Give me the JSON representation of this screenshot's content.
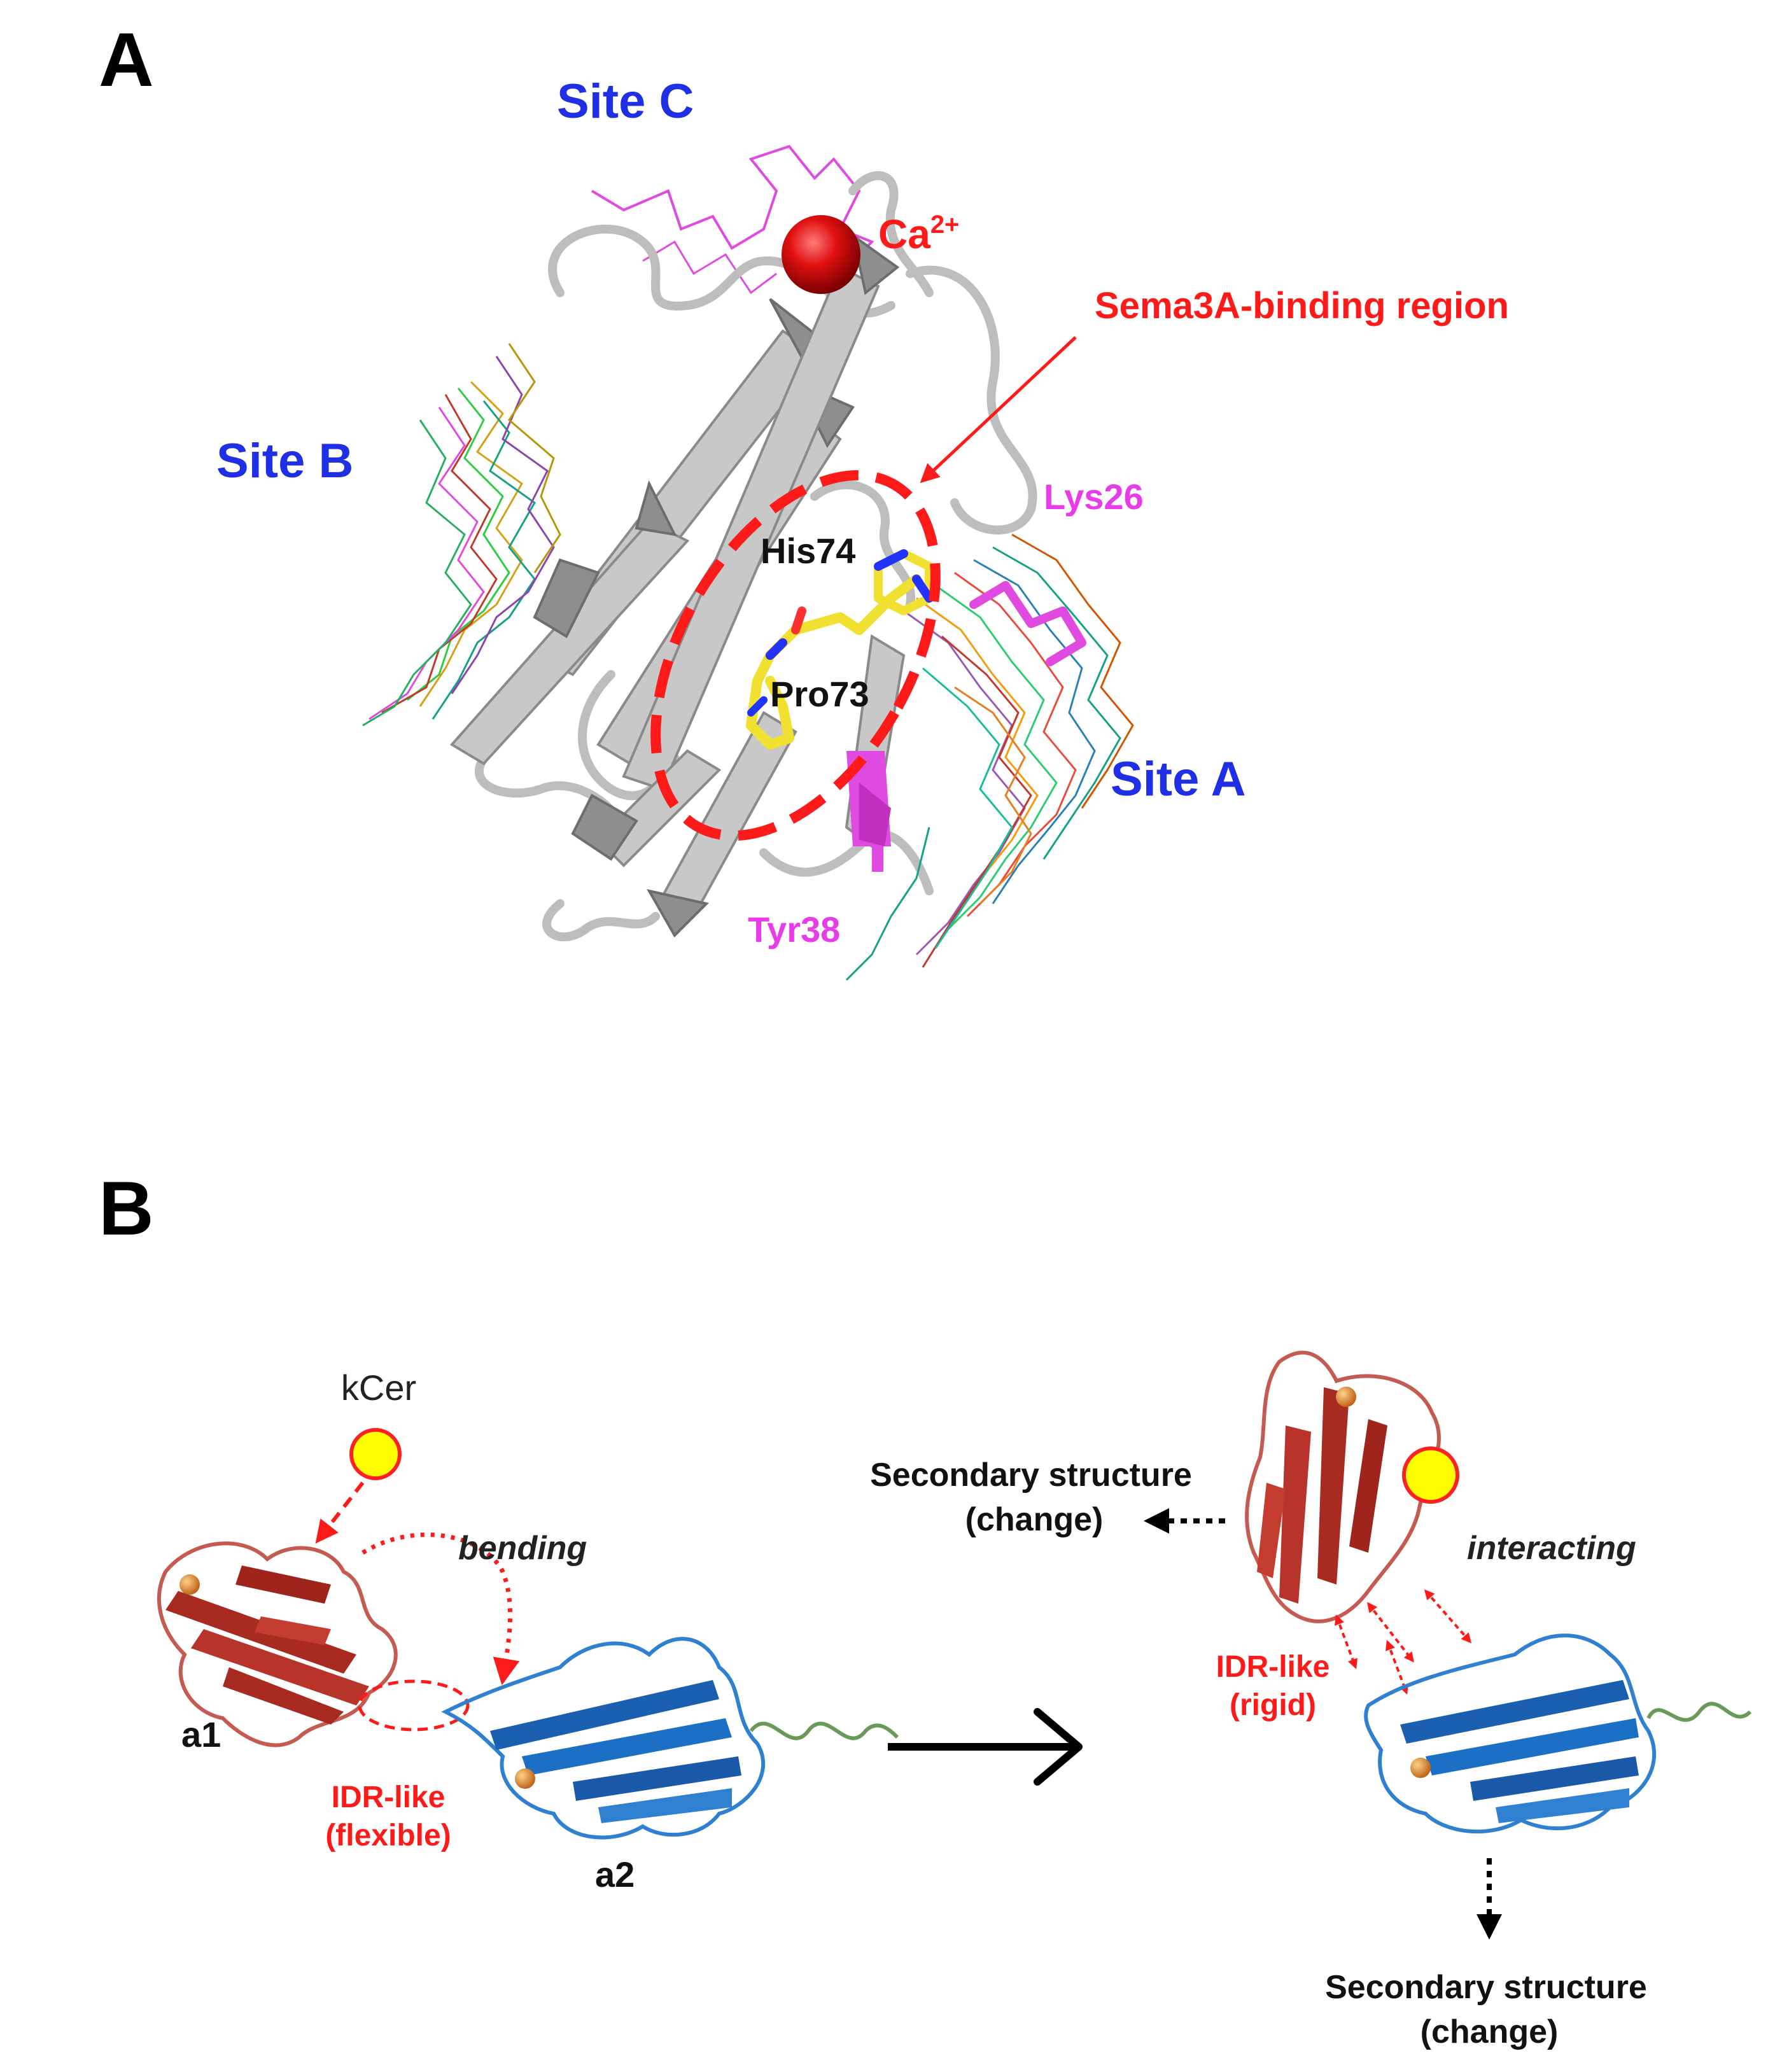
{
  "panel_a": {
    "letter": "A",
    "site_c": "Site C",
    "site_b": "Site B",
    "site_a": "Site A",
    "ion": "Ca",
    "ion_charge": "2+",
    "binding_region": "Sema3A-binding region",
    "residues": {
      "lys26": "Lys26",
      "his74": "His74",
      "pro73": "Pro73",
      "tyr38": "Tyr38"
    }
  },
  "panel_b": {
    "letter": "B",
    "ligand": "kCer",
    "bending": "bending",
    "interacting": "interacting",
    "domain_a1": "a1",
    "domain_a2": "a2",
    "idr_flexible_line1": "IDR-like",
    "idr_flexible_line2": "(flexible)",
    "idr_rigid_line1": "IDR-like",
    "idr_rigid_line2": "(rigid)",
    "secondary_left_line1": "Secondary  structure",
    "secondary_left_line2": "(change)",
    "secondary_bottom_line1": "Secondary  structure",
    "secondary_bottom_line2": "(change)"
  },
  "colors": {
    "site_label": "#1f2fe6",
    "calcium": "#e01010",
    "annotation_red": "#ff1a1a",
    "residue_magenta": "#e83ce8",
    "his_pro_stick": "#f2e030",
    "domain_a1": "#b8332a",
    "domain_a2": "#1b6fc4",
    "ligand_fill": "#ffff00",
    "ligand_outline": "#ff2020"
  }
}
